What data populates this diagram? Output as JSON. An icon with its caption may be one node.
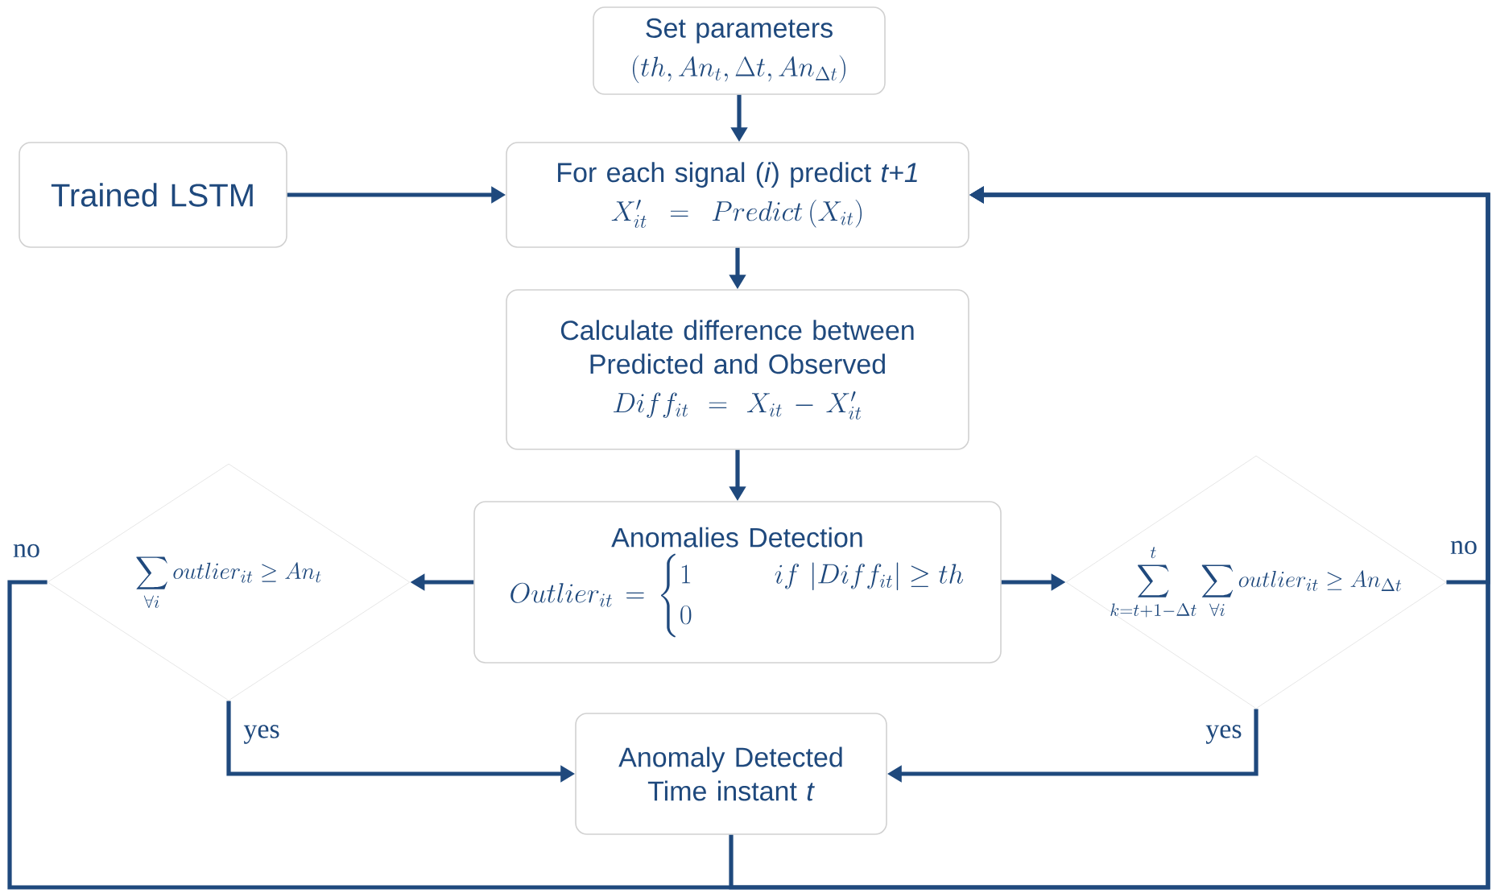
{
  "diagram": {
    "nodes": [
      {
        "text": [
          "Set parameters",
          "(th, An_{t}, \\Delta t, An_{\\Delta t})"
        ]
      },
      {
        "text": [
          "Trained LSTM"
        ]
      },
      {
        "text": [
          "For each signal (*i*) predict *t+1*",
          "X'_{it} = Predict\\,(X_{it})"
        ]
      },
      {
        "text": [
          "Calculate difference between Predicted and Observed",
          "Diff_{it} = X_{it} - X'_{it}"
        ]
      },
      {
        "text": [
          "Anomalies Detection",
          "Outlier_{it} = \\begin{cases} 1 & \\qquad if\\ |Diff_{it}| \\geq th \\\\ 0 & \\end{cases}"
        ]
      },
      {
        "text": [
          "\\sum_{\\forall i} outlier_{it} \\geq An_{t}"
        ]
      },
      {
        "text": [
          "\\sum_{k=t+1-\\Delta t}^{t} \\sum_{\\forall i} outlier_{it} \\geq An_{\\Delta t}"
        ]
      },
      {
        "text": [
          "Anomaly Detected Time instant *t*"
        ]
      }
    ],
    "edges": [
      {
        "from": 0,
        "to": 2,
        "arrow": "to"
      },
      {
        "from": 1,
        "to": 2,
        "arrow": "to"
      },
      {
        "from": 2,
        "to": 3,
        "arrow": "to"
      },
      {
        "from": 3,
        "to": 4,
        "arrow": "to"
      },
      {
        "from": 4,
        "to": 5,
        "arrow": "to"
      },
      {
        "from": 4,
        "to": 6,
        "arrow": "to"
      },
      {
        "from": 5,
        "to": 7,
        "arrow": "to",
        "label": "yes"
      },
      {
        "from": 6,
        "to": 7,
        "arrow": "to",
        "label": "yes"
      },
      {
        "from": 5,
        "to": 2,
        "arrow": "to",
        "label": "no"
      },
      {
        "from": 6,
        "to": 2,
        "arrow": "to",
        "label": "no"
      },
      {
        "from": 7,
        "to": 2,
        "arrow": "to"
      }
    ]
  }
}
